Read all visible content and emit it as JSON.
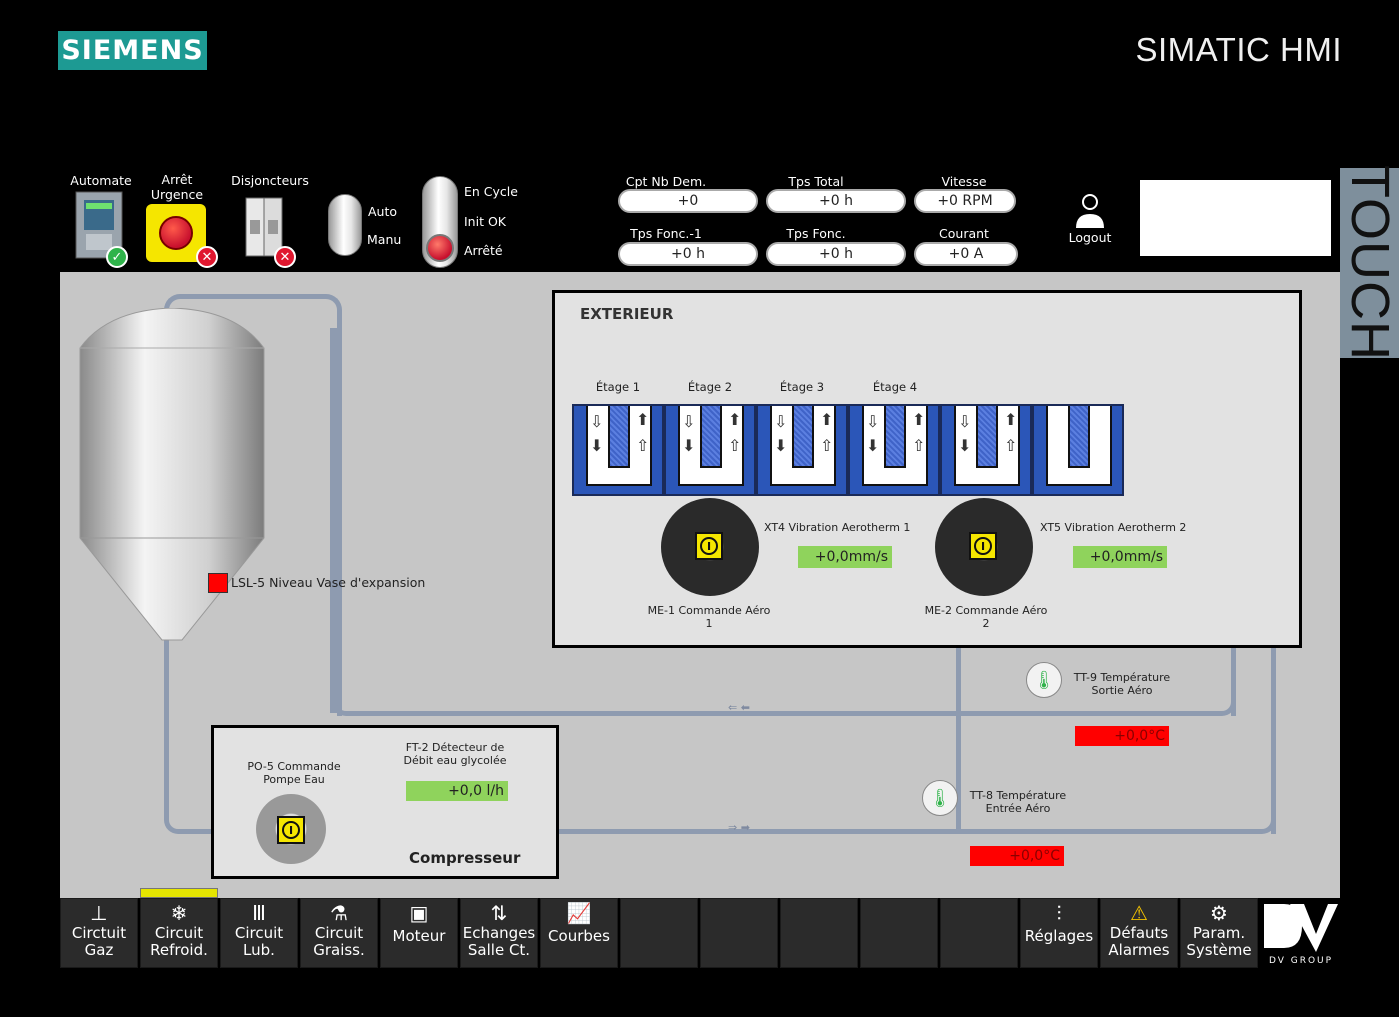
{
  "brand": {
    "logo": "SIEMENS",
    "product": "SIMATIC HMI",
    "side_tab": "TOUCH"
  },
  "header": {
    "automate": "Automate",
    "arret_urgence": "Arrêt Urgence",
    "disjoncteurs": "Disjoncteurs",
    "mode_auto": "Auto",
    "mode_manu": "Manu",
    "cycle_en_cycle": "En Cycle",
    "cycle_init_ok": "Init OK",
    "cycle_arrete": "Arrêté",
    "fields": [
      {
        "label": "Cpt Nb Dem.",
        "value": "+0"
      },
      {
        "label": "Tps Total",
        "value": "+0 h"
      },
      {
        "label": "Vitesse",
        "value": "+0 RPM"
      },
      {
        "label": "Tps Fonc.-1",
        "value": "+0 h"
      },
      {
        "label": "Tps Fonc.",
        "value": "+0 h"
      },
      {
        "label": "Courant",
        "value": "+0 A"
      }
    ],
    "logout": "Logout"
  },
  "exterieur": {
    "title": "EXTERIEUR",
    "etages": [
      "Étage 1",
      "Étage 2",
      "Étage 3",
      "Étage 4"
    ],
    "xt4_label": "XT4 Vibration Aerotherm 1",
    "xt4_value": "+0,0mm/s",
    "xt5_label": "XT5 Vibration Aerotherm 2",
    "xt5_value": "+0,0mm/s",
    "me1_label": "ME-1 Commande Aéro 1",
    "me2_label": "ME-2 Commande Aéro 2",
    "fan_indicator": "I"
  },
  "process": {
    "lsl5_label": "LSL-5 Niveau Vase d'expansion",
    "tt9_label": "TT-9 Température Sortie Aéro",
    "tt9_value": "+0,0°C",
    "tt8_label": "TT-8 Température Entrée Aéro",
    "tt8_value": "+0,0°C"
  },
  "compresseur": {
    "title": "Compresseur",
    "po5_label": "PO-5 Commande Pompe Eau",
    "ft2_label": "FT-2 Détecteur de Débit eau glycolée",
    "ft2_value": "+0,0 l/h",
    "pump_indicator": "I"
  },
  "nav": [
    {
      "icon": "valve-icon",
      "l1": "Circtuit",
      "l2": "Gaz"
    },
    {
      "icon": "snowflake-icon",
      "l1": "Circuit",
      "l2": "Refroid."
    },
    {
      "icon": "radiator-icon",
      "l1": "Circuit",
      "l2": "Lub."
    },
    {
      "icon": "grease-icon",
      "l1": "Circuit",
      "l2": "Graiss."
    },
    {
      "icon": "motor-icon",
      "l1": "Moteur",
      "l2": ""
    },
    {
      "icon": "exchange-icon",
      "l1": "Echanges",
      "l2": "Salle Ct."
    },
    {
      "icon": "chart-icon",
      "l1": "Courbes",
      "l2": ""
    },
    {
      "icon": "sliders-icon",
      "l1": "Réglages",
      "l2": ""
    },
    {
      "icon": "alarm-icon",
      "l1": "Défauts",
      "l2": "Alarmes"
    },
    {
      "icon": "gears-icon",
      "l1": "Param.",
      "l2": "Système"
    }
  ],
  "dv_logo_text": "DV GROUP",
  "colors": {
    "siemens_teal": "#1d9a93",
    "screen_gray": "#c6c6c6",
    "value_green": "#8fd35c",
    "alarm_red": "#ff0000",
    "active_tab": "#e5e500"
  }
}
